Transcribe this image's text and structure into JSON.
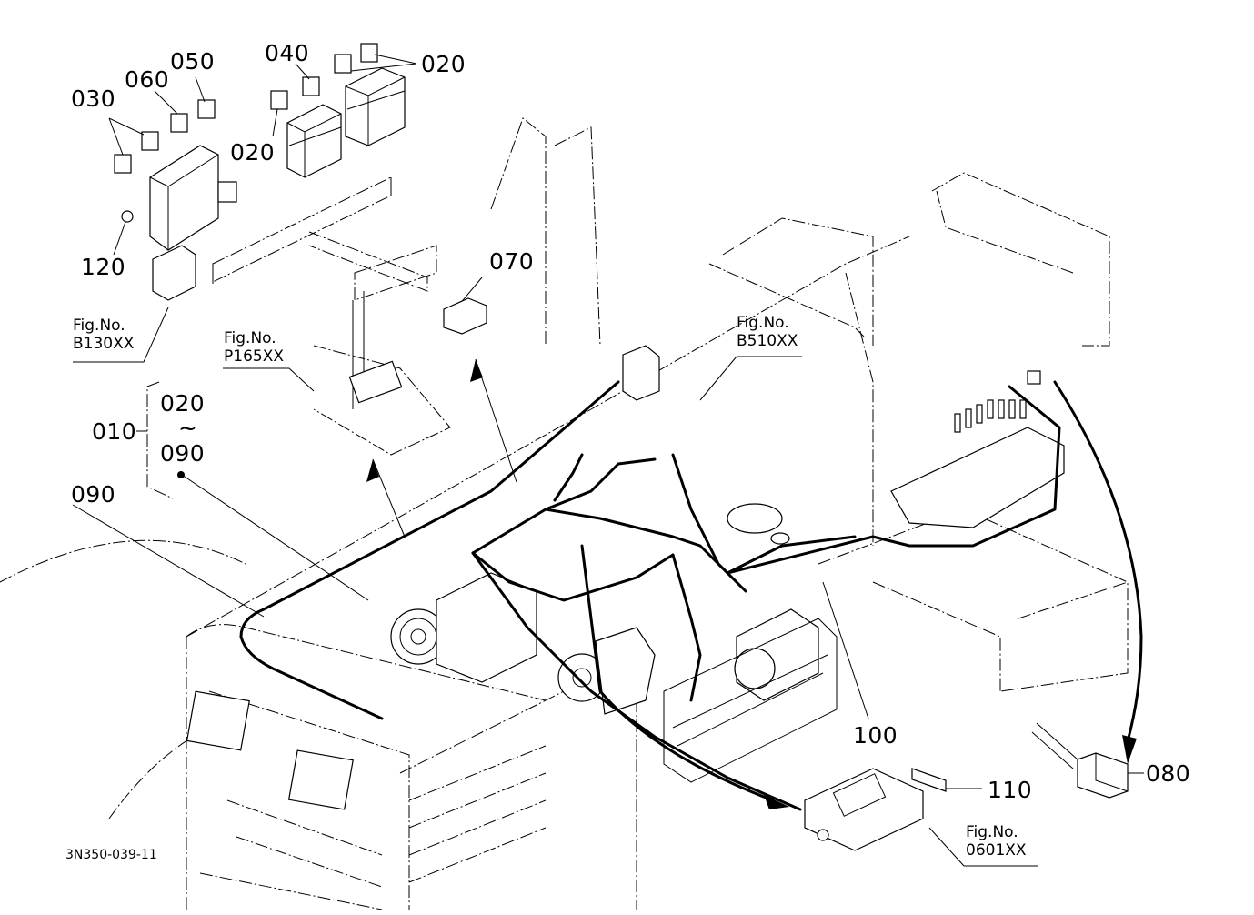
{
  "diagram": {
    "type": "exploded parts diagram - electrical wiring harness",
    "drawing_code": "3N350-039-11",
    "callouts": [
      {
        "id": "c030",
        "label": "030"
      },
      {
        "id": "c060",
        "label": "060"
      },
      {
        "id": "c050",
        "label": "050"
      },
      {
        "id": "c040",
        "label": "040"
      },
      {
        "id": "c020_top",
        "label": "020"
      },
      {
        "id": "c020_mid",
        "label": "020"
      },
      {
        "id": "c120",
        "label": "120"
      },
      {
        "id": "c070",
        "label": "070"
      },
      {
        "id": "c010",
        "label": "010"
      },
      {
        "id": "c090",
        "label": "090"
      },
      {
        "id": "c100",
        "label": "100"
      },
      {
        "id": "c110",
        "label": "110"
      },
      {
        "id": "c080",
        "label": "080"
      }
    ],
    "set_bracket": {
      "parent": "010",
      "from": "020",
      "range_symbol": "~",
      "to": "090"
    },
    "figure_refs": [
      {
        "id": "fig_b130",
        "title": "Fig.No.",
        "number": "B130XX"
      },
      {
        "id": "fig_p165",
        "title": "Fig.No.",
        "number": "P165XX"
      },
      {
        "id": "fig_b510",
        "title": "Fig.No.",
        "number": "B510XX"
      },
      {
        "id": "fig_0601",
        "title": "Fig.No.",
        "number": "0601XX"
      }
    ]
  }
}
